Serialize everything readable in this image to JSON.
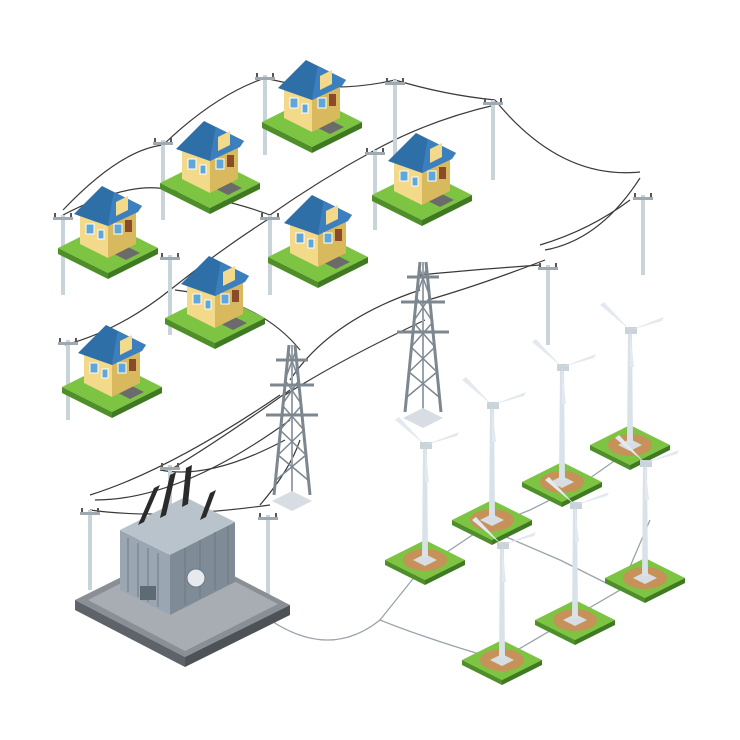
{
  "scene": {
    "houses": [
      {
        "id": "house-1"
      },
      {
        "id": "house-2"
      },
      {
        "id": "house-3"
      },
      {
        "id": "house-4"
      },
      {
        "id": "house-5"
      },
      {
        "id": "house-6"
      },
      {
        "id": "house-7"
      }
    ],
    "wind_turbines": [
      {
        "id": "turbine-1"
      },
      {
        "id": "turbine-2"
      },
      {
        "id": "turbine-3"
      },
      {
        "id": "turbine-4"
      },
      {
        "id": "turbine-5"
      },
      {
        "id": "turbine-6"
      },
      {
        "id": "turbine-7"
      },
      {
        "id": "turbine-8"
      }
    ],
    "colors": {
      "background": "#ffffff",
      "grass": "#7cc441",
      "grass_side": "#4e8f2a",
      "roof": "#2f6fa8",
      "roof_dark": "#1f4f7c",
      "wall": "#f3d98a",
      "wall_shade": "#d9b95e",
      "pavement": "#6b6b6b",
      "dirt": "#c6925a",
      "pole": "#c9d3da",
      "wire": "#3a3a3a",
      "tower": "#7d8790",
      "transformer": "#9aa7b2",
      "insulator": "#2b2b2b",
      "platform": "#8a8f95"
    }
  }
}
